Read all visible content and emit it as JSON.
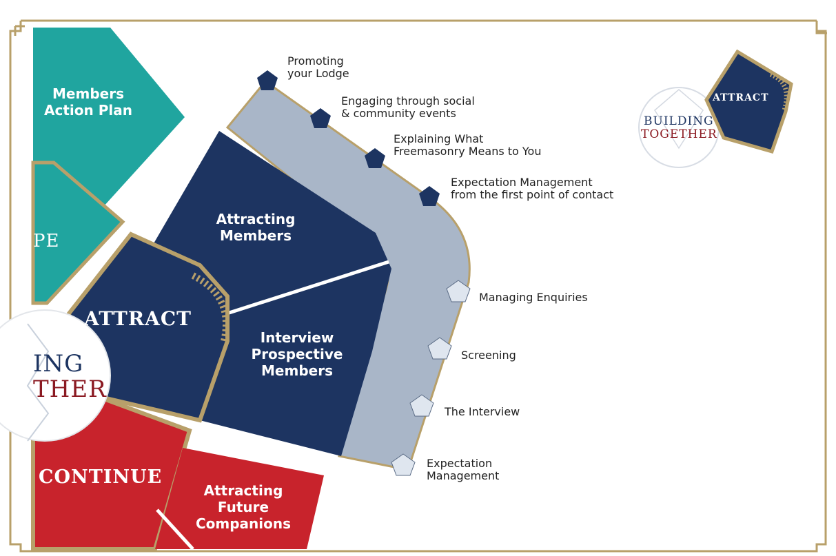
{
  "colors": {
    "navy": "#1d3461",
    "teal": "#20a59f",
    "red": "#c8232c",
    "gold": "#b8a06a",
    "path_grey": "#a9b6c8",
    "maroon": "#8b1a22"
  },
  "sections": {
    "members_action_plan": "Members\nAction Plan",
    "scope_partial": "PE",
    "attract_title": "ATTRACT",
    "attracting_members": "Attracting\nMembers",
    "interview_prospective_members": "Interview\nProspective\nMembers",
    "continue_title": "CONTINUE",
    "attracting_future_companions": "Attracting\nFuture\nCompanions"
  },
  "center_logo": {
    "line1": "ING",
    "line2": "THER"
  },
  "corner_badge": {
    "line1": "BUILDING",
    "line2": "TOGETHER",
    "tab": "ATTRACT"
  },
  "steps_upper": [
    {
      "label": "Promoting\nyour Lodge",
      "icon": "navy-pentagon-icon"
    },
    {
      "label": "Engaging through social\n& community events",
      "icon": "navy-pentagon-icon"
    },
    {
      "label": "Explaining What\nFreemasonry Means to You",
      "icon": "navy-pentagon-icon"
    },
    {
      "label": "Expectation Management\nfrom the first point of contact",
      "icon": "navy-pentagon-icon"
    }
  ],
  "steps_lower": [
    {
      "label": "Managing Enquiries",
      "icon": "light-pentagon-icon"
    },
    {
      "label": "Screening",
      "icon": "light-pentagon-icon"
    },
    {
      "label": "The Interview",
      "icon": "light-pentagon-icon"
    },
    {
      "label": "Expectation\nManagement",
      "icon": "light-pentagon-icon"
    }
  ]
}
